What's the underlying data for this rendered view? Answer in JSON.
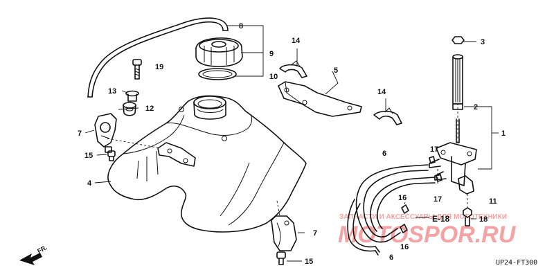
{
  "callouts": {
    "c1": "1",
    "c2": "2",
    "c3": "3",
    "c4": "4",
    "c5": "5",
    "c6a": "6",
    "c6b": "6",
    "c7a": "7",
    "c7b": "7",
    "c8": "8",
    "c9": "9",
    "c10": "10",
    "c11": "11",
    "c12": "12",
    "c13": "13",
    "c14a": "14",
    "c14b": "14",
    "c15a": "15",
    "c15b": "15",
    "c16a": "16",
    "c16b": "16",
    "c17a": "17",
    "c17b": "17",
    "c18": "18",
    "c19": "19"
  },
  "reference": "E-18",
  "direction": "FR.",
  "diagram_code": "UP24-FT300",
  "watermark": {
    "line1": "ЗАПЧАСТИ И АКСЕССУАРЫ ДЛЯ МОТОТЕХНИКИ",
    "line2": "MOTOSPOR.RU",
    "color": "#f3a3a3"
  }
}
